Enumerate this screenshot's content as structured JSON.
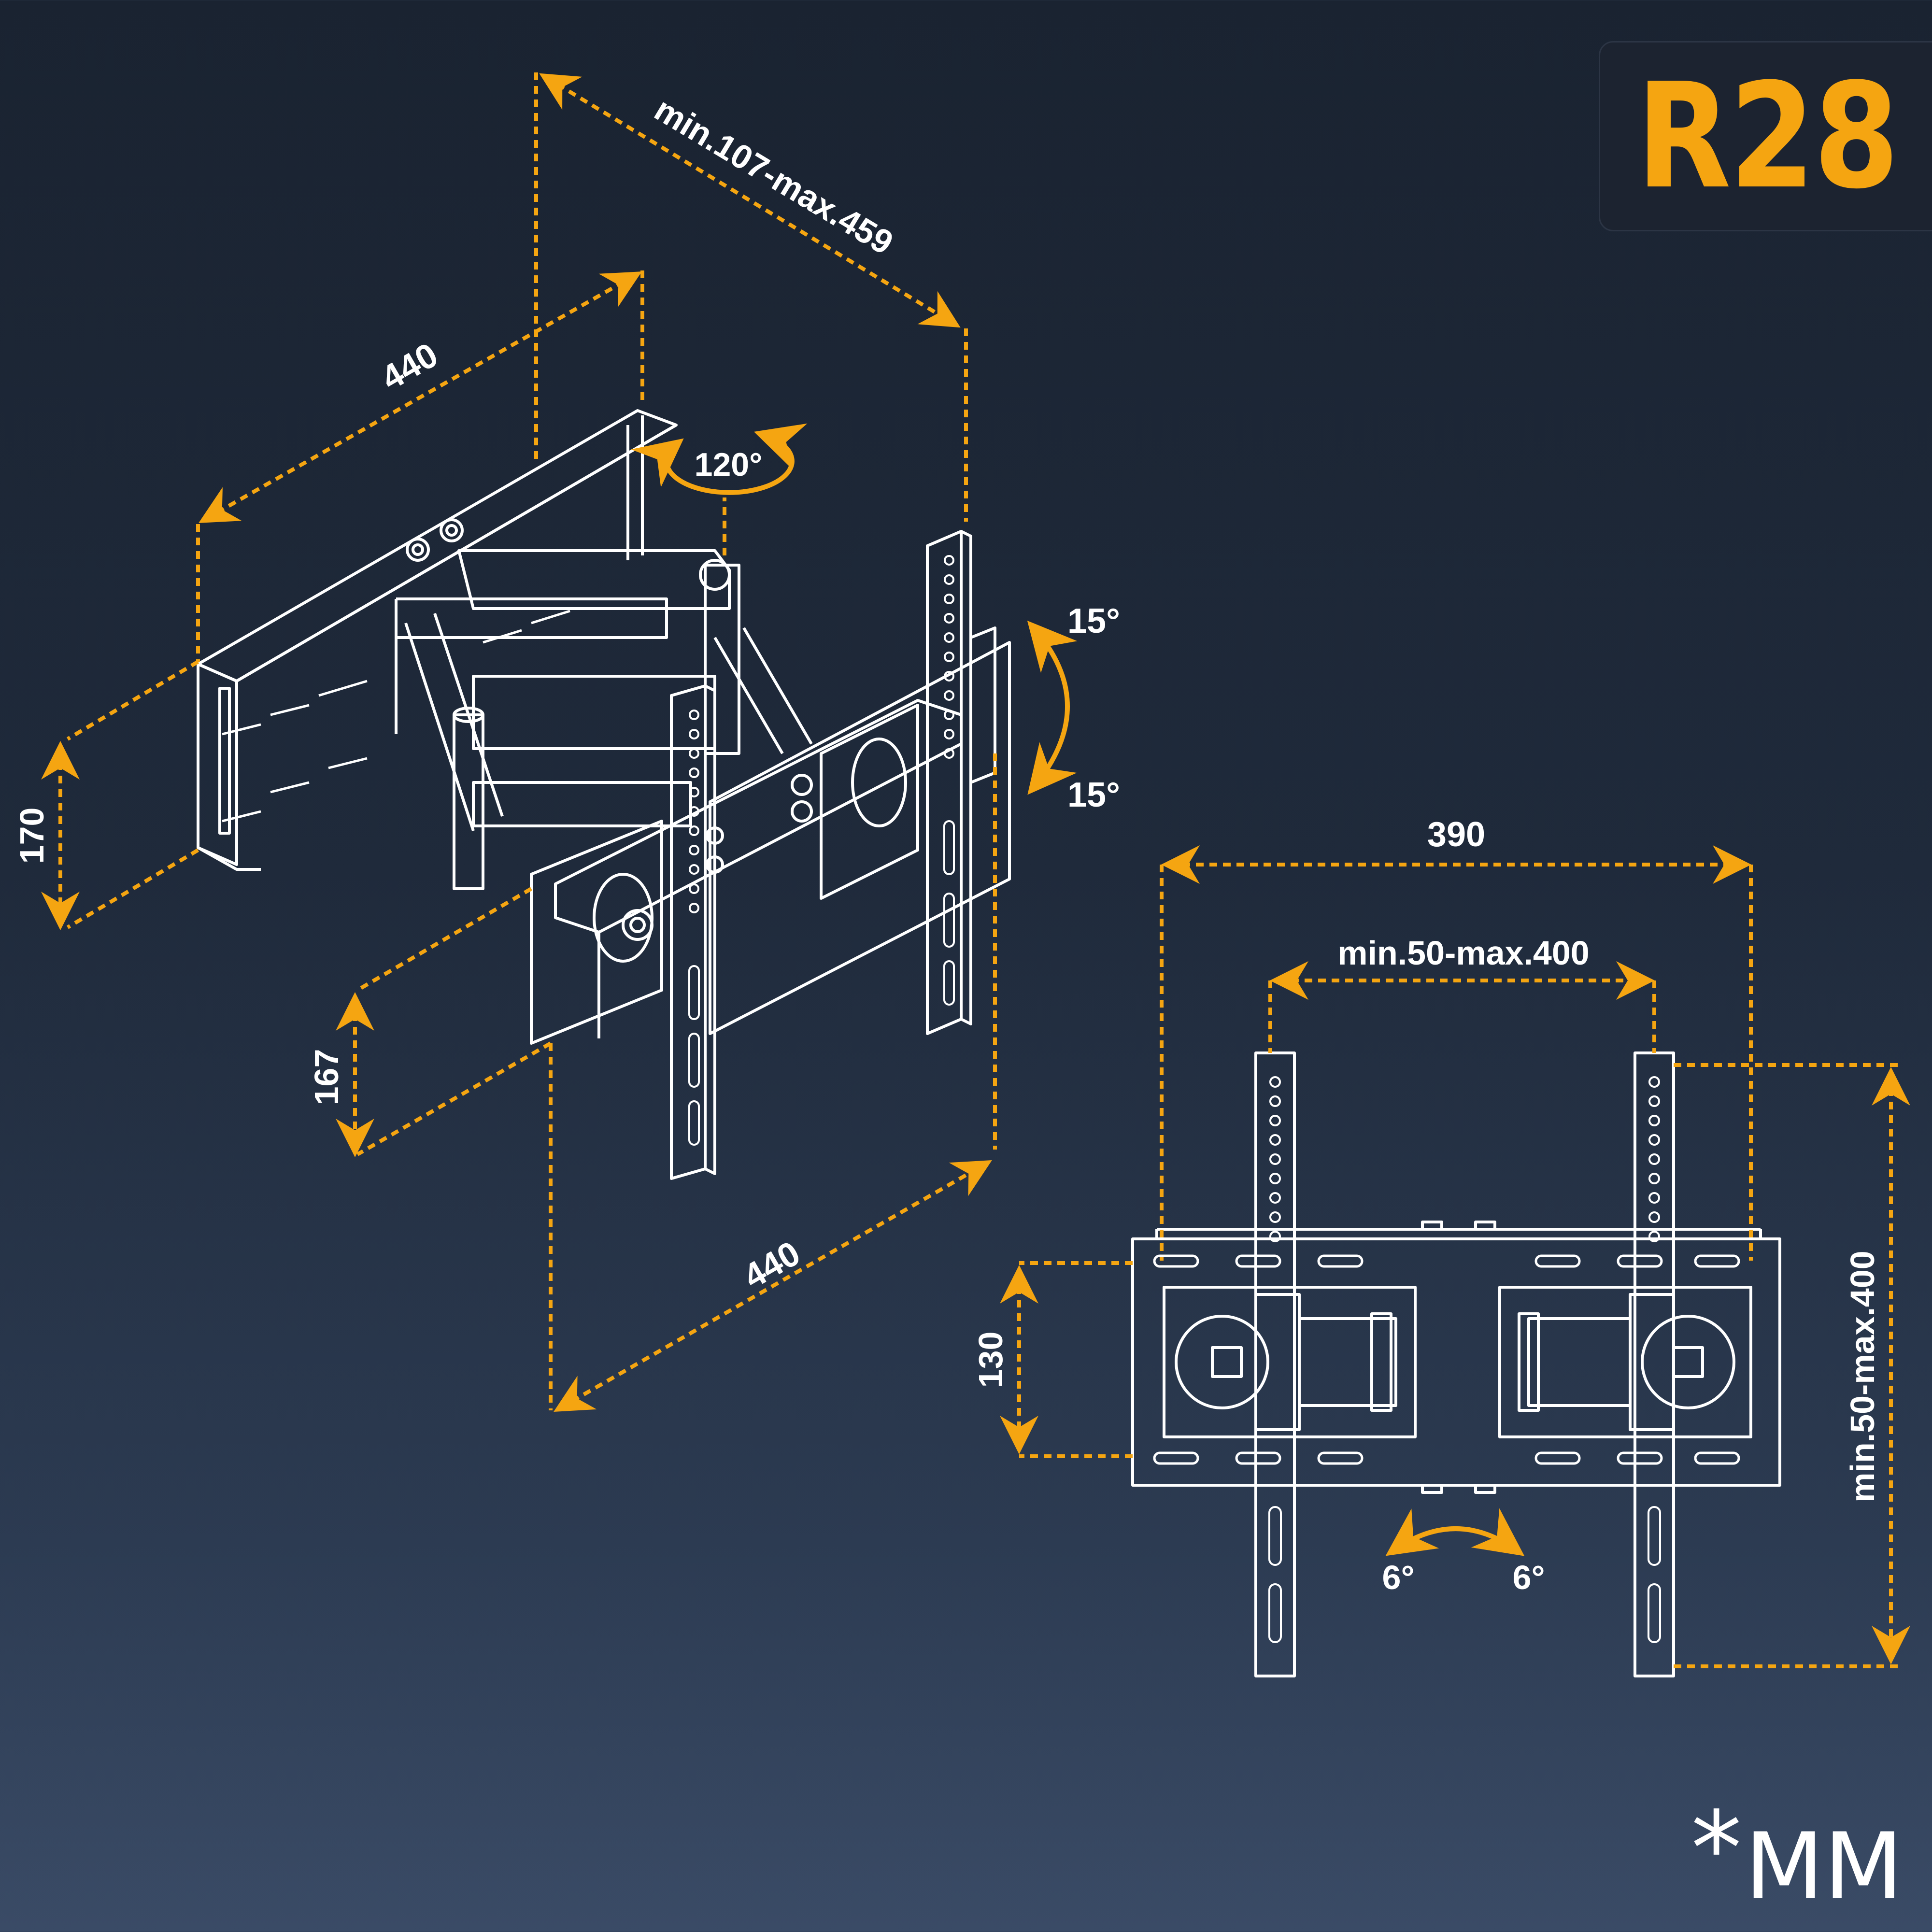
{
  "badge": {
    "model": "R28"
  },
  "unit_note": {
    "star": "*",
    "unit": "MM"
  },
  "dimensions": {
    "depth_range": "min.107-max.459",
    "wall_plate_width": "440",
    "swivel_angle": "120°",
    "tilt_up": "15°",
    "tilt_down": "15°",
    "wall_plate_height": "170",
    "tv_bracket_height": "167",
    "arm_extension": "440",
    "front_width": "390",
    "vesa_horizontal": "min.50-max.400",
    "vesa_vertical": "min.50-max.400",
    "front_plate_height": "130",
    "level_left": "6°",
    "level_right": "6°"
  },
  "colors": {
    "accent": "#f5a511",
    "line": "#ffffff",
    "background": "#1f2a3b"
  }
}
